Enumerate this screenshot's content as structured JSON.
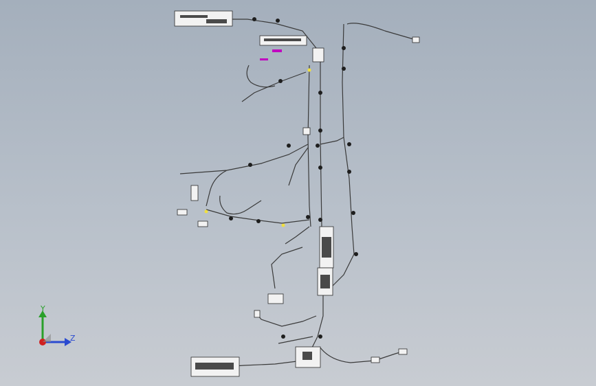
{
  "viewport": {
    "background_top": "#a4afbc",
    "background_bottom": "#c8ccd2",
    "model": "wire-harness-assembly"
  },
  "triad": {
    "y_label": "Y",
    "z_label": "Z",
    "y_color": "#2aa02a",
    "z_color": "#2a4ad0",
    "x_color": "#d02020"
  },
  "colors": {
    "wire": "#3a3a3a",
    "connector_fill": "#f2f2f2",
    "highlight_magenta": "#c000c0",
    "highlight_yellow": "#f0e040"
  }
}
